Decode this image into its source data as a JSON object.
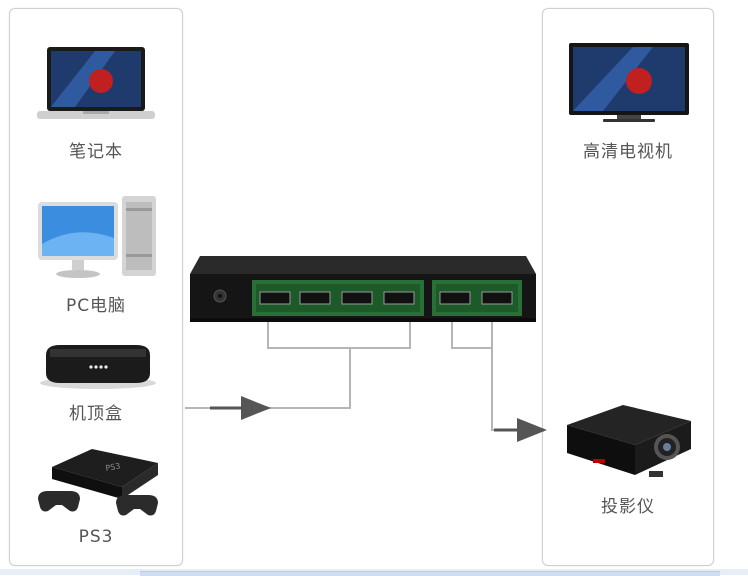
{
  "sources": [
    {
      "label": "笔记本",
      "icon": "laptop-icon"
    },
    {
      "label": "PC电脑",
      "icon": "desktop-pc-icon"
    },
    {
      "label": "机顶盒",
      "icon": "set-top-box-icon"
    },
    {
      "label": "PS3",
      "icon": "game-console-icon"
    }
  ],
  "outputs": [
    {
      "label": "高清电视机",
      "icon": "tv-icon"
    },
    {
      "label": "投影仪",
      "icon": "projector-icon"
    }
  ],
  "switch": {
    "icon": "hdmi-matrix-switch-icon"
  },
  "colors": {
    "accent": "#2a7a3a",
    "panel_border": "#cfcfcf",
    "wire": "#b5b5b5",
    "label": "#555555"
  }
}
